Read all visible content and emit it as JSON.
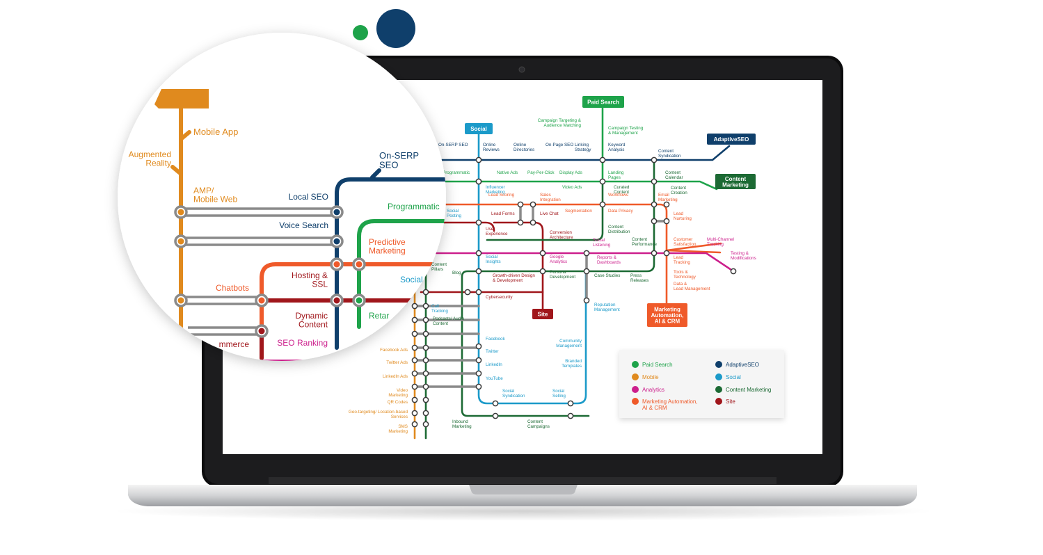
{
  "colors": {
    "paid_search": "#1ea34a",
    "mobile": "#e08a1e",
    "analytics": "#cc1f8c",
    "marketing_automation": "#ef5a2a",
    "adaptive_seo": "#0f3f6b",
    "social": "#1b9ac9",
    "content_marketing": "#1c6a34",
    "site": "#a0161b",
    "gray": "#8a8a8a"
  },
  "titles": {
    "paid_search": "Paid Search",
    "social": "Social",
    "adaptive_seo": "AdaptiveSEO",
    "content_marketing": "Content Marketing",
    "site": "Site",
    "marketing_automation": "Marketing Automation, AI & CRM"
  },
  "legend": [
    {
      "label": "Paid Search",
      "color": "#1ea34a"
    },
    {
      "label": "AdaptiveSEO",
      "color": "#0f3f6b"
    },
    {
      "label": "Mobile",
      "color": "#e08a1e"
    },
    {
      "label": "Social",
      "color": "#1b9ac9"
    },
    {
      "label": "Analytics",
      "color": "#cc1f8c"
    },
    {
      "label": "Content Marketing",
      "color": "#1c6a34"
    },
    {
      "label": "Marketing Automation, AI & CRM",
      "color": "#ef5a2a"
    },
    {
      "label": "Site",
      "color": "#a0161b"
    }
  ],
  "stations": [
    {
      "text": "Campaign Targeting & Audience Matching",
      "color": "#1ea34a"
    },
    {
      "text": "Campaign Testing & Management",
      "color": "#1ea34a"
    },
    {
      "text": "Keyword Analysis",
      "color": "#0f3f6b"
    },
    {
      "text": "On-SERP SEO",
      "color": "#0f3f6b"
    },
    {
      "text": "Online Reviews",
      "color": "#0f3f6b"
    },
    {
      "text": "Online Directories",
      "color": "#0f3f6b"
    },
    {
      "text": "On-Page SEO",
      "color": "#0f3f6b"
    },
    {
      "text": "Linking Strategy",
      "color": "#0f3f6b"
    },
    {
      "text": "Content Syndication",
      "color": "#0f3f6b"
    },
    {
      "text": "Programmatic",
      "color": "#1ea34a"
    },
    {
      "text": "Native Ads",
      "color": "#1ea34a"
    },
    {
      "text": "Pay-Per-Click",
      "color": "#1ea34a"
    },
    {
      "text": "Display Ads",
      "color": "#1ea34a"
    },
    {
      "text": "Video Ads",
      "color": "#1ea34a"
    },
    {
      "text": "Landing Pages",
      "color": "#1ea34a"
    },
    {
      "text": "Influencer Marketing",
      "color": "#1b9ac9"
    },
    {
      "text": "Curated Content",
      "color": "#1c6a34"
    },
    {
      "text": "Content Calendar",
      "color": "#1c6a34"
    },
    {
      "text": "Content Creation",
      "color": "#1c6a34"
    },
    {
      "text": "Lead Scoring",
      "color": "#ef5a2a"
    },
    {
      "text": "Sales Integration",
      "color": "#ef5a2a"
    },
    {
      "text": "Workflows",
      "color": "#ef5a2a"
    },
    {
      "text": "Email Marketing",
      "color": "#ef5a2a"
    },
    {
      "text": "Segmentation",
      "color": "#ef5a2a"
    },
    {
      "text": "Data Privacy",
      "color": "#ef5a2a"
    },
    {
      "text": "Social Posting",
      "color": "#1b9ac9"
    },
    {
      "text": "Lead Forms",
      "color": "#a0161b"
    },
    {
      "text": "Live Chat",
      "color": "#a0161b"
    },
    {
      "text": "Lead Nurturing",
      "color": "#ef5a2a"
    },
    {
      "text": "User Experience",
      "color": "#a0161b"
    },
    {
      "text": "Conversion Architecture",
      "color": "#a0161b"
    },
    {
      "text": "Content Distribution",
      "color": "#1c6a34"
    },
    {
      "text": "Customer Satisfaction",
      "color": "#ef5a2a"
    },
    {
      "text": "Multi-Channel Tracking",
      "color": "#cc1f8c"
    },
    {
      "text": "Social Listening",
      "color": "#cc1f8c"
    },
    {
      "text": "Content Performance",
      "color": "#1c6a34"
    },
    {
      "text": "Social Insights",
      "color": "#1b9ac9"
    },
    {
      "text": "Google Analytics",
      "color": "#cc1f8c"
    },
    {
      "text": "Reports & Dashboards",
      "color": "#cc1f8c"
    },
    {
      "text": "Lead Tracking",
      "color": "#ef5a2a"
    },
    {
      "text": "Testing & Modifications",
      "color": "#cc1f8c"
    },
    {
      "text": "Content Pillars",
      "color": "#1c6a34"
    },
    {
      "text": "Blog",
      "color": "#1c6a34"
    },
    {
      "text": "Persona Development",
      "color": "#1c6a34"
    },
    {
      "text": "Case Studies",
      "color": "#1c6a34"
    },
    {
      "text": "Press Releases",
      "color": "#1c6a34"
    },
    {
      "text": "Tools & Technology",
      "color": "#ef5a2a"
    },
    {
      "text": "Growth-driven Design & Development",
      "color": "#a0161b"
    },
    {
      "text": "Cybersecurity",
      "color": "#a0161b"
    },
    {
      "text": "Data & Lead Management",
      "color": "#ef5a2a"
    },
    {
      "text": "Call Tracking",
      "color": "#1b9ac9"
    },
    {
      "text": "Reputation Management",
      "color": "#1b9ac9"
    },
    {
      "text": "Podcasts/ Audio Content",
      "color": "#1c6a34"
    },
    {
      "text": "Facebook",
      "color": "#1b9ac9"
    },
    {
      "text": "Facebook Ads",
      "color": "#e08a1e"
    },
    {
      "text": "Twitter",
      "color": "#1b9ac9"
    },
    {
      "text": "Twitter Ads",
      "color": "#e08a1e"
    },
    {
      "text": "LinkedIn",
      "color": "#1b9ac9"
    },
    {
      "text": "LinkedIn Ads",
      "color": "#e08a1e"
    },
    {
      "text": "YouTube",
      "color": "#1b9ac9"
    },
    {
      "text": "Community Management",
      "color": "#1b9ac9"
    },
    {
      "text": "Branded Templates",
      "color": "#1b9ac9"
    },
    {
      "text": "Video Marketing",
      "color": "#e08a1e"
    },
    {
      "text": "QR Codes",
      "color": "#e08a1e"
    },
    {
      "text": "Social Syndication",
      "color": "#1b9ac9"
    },
    {
      "text": "Social Selling",
      "color": "#1b9ac9"
    },
    {
      "text": "Geo-targeting/ Location-based Services",
      "color": "#e08a1e"
    },
    {
      "text": "SMS Marketing",
      "color": "#e08a1e"
    },
    {
      "text": "Inbound Marketing",
      "color": "#1c6a34"
    },
    {
      "text": "Content Campaigns",
      "color": "#1c6a34"
    }
  ],
  "zoom": {
    "title": "Mobile",
    "labels": [
      {
        "text": "Mobile App",
        "color": "#e08a1e"
      },
      {
        "text": "Augmented Reality",
        "color": "#e08a1e"
      },
      {
        "text": "AMP/ Mobile Web",
        "color": "#e08a1e"
      },
      {
        "text": "On-SERP SEO",
        "color": "#0f3f6b"
      },
      {
        "text": "Local SEO",
        "color": "#0f3f6b"
      },
      {
        "text": "Voice Search",
        "color": "#0f3f6b"
      },
      {
        "text": "Programmatic",
        "color": "#1ea34a"
      },
      {
        "text": "Predictive Marketing",
        "color": "#ef5a2a"
      },
      {
        "text": "Hosting & SSL",
        "color": "#a0161b"
      },
      {
        "text": "Social",
        "color": "#1b9ac9"
      },
      {
        "text": "Chatbots",
        "color": "#ef5a2a"
      },
      {
        "text": "Dynamic Content",
        "color": "#a0161b"
      },
      {
        "text": "Retar",
        "color": "#1ea34a"
      },
      {
        "text": "SEO Ranking",
        "color": "#cc1f8c"
      },
      {
        "text": "mmerce",
        "color": "#a0161b"
      }
    ]
  }
}
